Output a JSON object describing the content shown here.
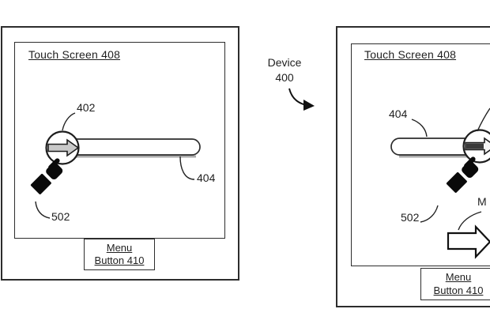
{
  "figure_type": "patent-style diagram of a device touch screen with slide control",
  "colors": {
    "line": "#2d2d2d",
    "background": "#ffffff",
    "knob_arrow_fill": "#c9c9c9",
    "knob_arrow_pressed_fill": "#3a3a3a",
    "solid_shape": "#0a0a0a",
    "track_shadow": "#8f8f8f"
  },
  "device_callout": {
    "line1": "Device",
    "line2": "400"
  },
  "left_panel": {
    "touch_screen_label": "Touch Screen 408",
    "menu_button": {
      "line1": "Menu",
      "line2": "Button 410"
    },
    "refs": {
      "knob": "402",
      "track": "404",
      "finger": "502"
    }
  },
  "right_panel": {
    "touch_screen_label": "Touch Screen 408",
    "menu_button": {
      "line1": "Menu",
      "line2": "Button 410"
    },
    "refs": {
      "track": "404",
      "finger": "502",
      "movement_partial": "M"
    }
  }
}
